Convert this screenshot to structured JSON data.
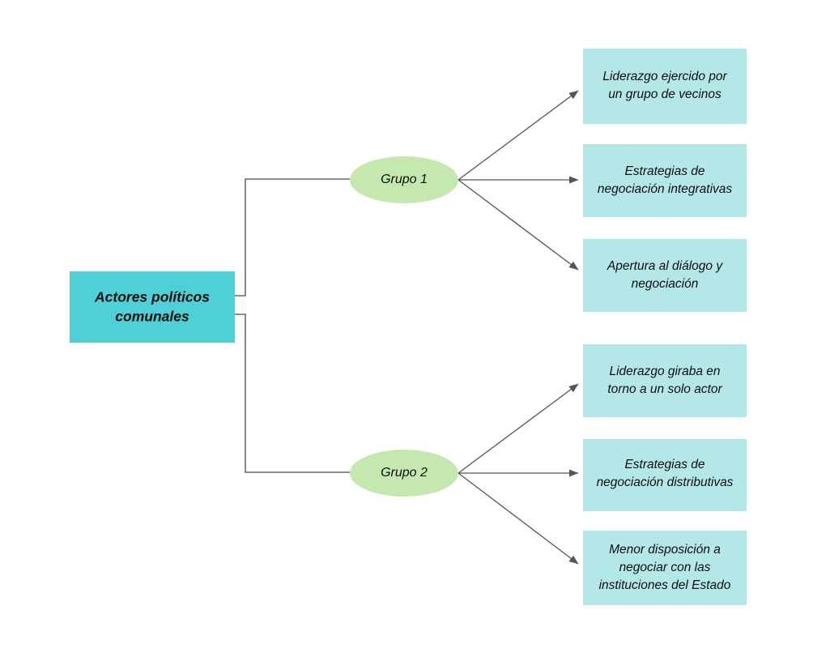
{
  "diagram": {
    "title_text": "Actores políticos comunales",
    "colors": {
      "root_fill": "#4fd0d6",
      "group_fill": "#c5e8ae",
      "leaf_fill": "#b4e8e8",
      "connector_stroke": "#4a4a4a",
      "arrow_stroke": "#555555",
      "text_color": "#0d0d0d",
      "background": "#ffffff"
    },
    "root": {
      "label_line1": "Actores políticos",
      "label_line2": "comunales"
    },
    "groups": [
      {
        "id": "grupo-1",
        "label": "Grupo 1",
        "leaves": [
          {
            "id": "leaf-liderazgo-vecinos",
            "lines": [
              "Liderazgo ejercido por",
              "un grupo de vecinos"
            ]
          },
          {
            "id": "leaf-integrativas",
            "lines": [
              "Estrategias de",
              "negociación integrativas"
            ]
          },
          {
            "id": "leaf-apertura-dialogo",
            "lines": [
              "Apertura al diálogo y",
              "negociación"
            ]
          }
        ]
      },
      {
        "id": "grupo-2",
        "label": "Grupo 2",
        "leaves": [
          {
            "id": "leaf-liderazgo-solo-actor",
            "lines": [
              "Liderazgo giraba en",
              "torno a un solo actor"
            ]
          },
          {
            "id": "leaf-distributivas",
            "lines": [
              "Estrategias de",
              "negociación distributivas"
            ]
          },
          {
            "id": "leaf-menor-disposicion",
            "lines": [
              "Menor disposición a",
              "negociar con las",
              "instituciones del Estado"
            ]
          }
        ]
      }
    ]
  }
}
